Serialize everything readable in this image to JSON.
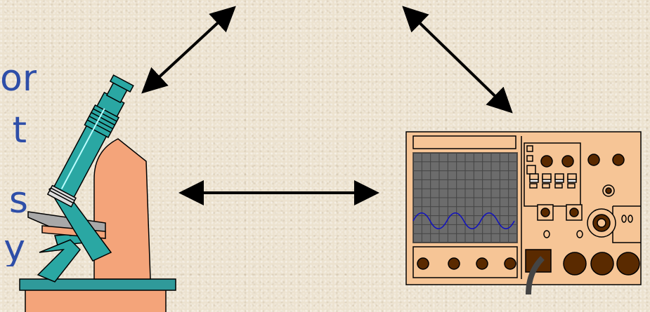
{
  "text_fragments": [
    "or",
    "t",
    "s",
    "y"
  ],
  "colors": {
    "text": "#2e4ea8",
    "background": "#ece2cf",
    "microscope_body": "#f4a47a",
    "microscope_tube": "#2aa7a3",
    "stage": "#a8a8a8",
    "base": "#2f9a9a",
    "device_body": "#f6c596",
    "screen": "#6c6c6c",
    "knob_dark": "#5a2a00",
    "waveform": "#1010c0"
  },
  "icons": [
    "microscope-icon",
    "oscilloscope-icon"
  ]
}
